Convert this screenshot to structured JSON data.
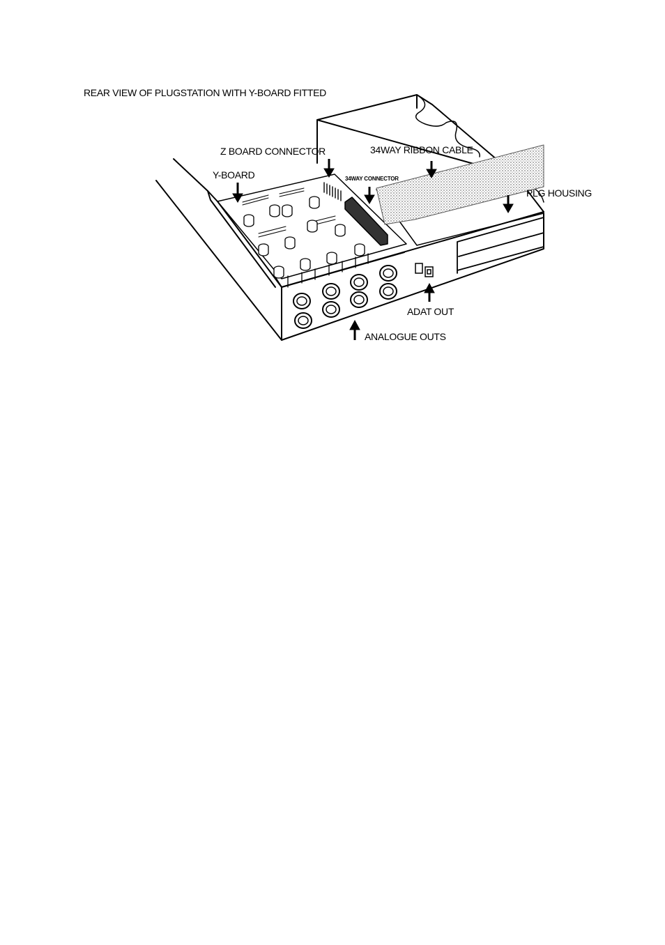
{
  "figure": {
    "title": "REAR VIEW OF PLUGSTATION WITH Y-BOARD FITTED",
    "labels": {
      "z_board_connector": "Z BOARD CONNECTOR",
      "ribbon_cable": "34WAY RIBBON CABLE",
      "y_board": "Y-BOARD",
      "connector_34way": "34WAY CONNECTOR",
      "plg_housing": "PLG HOUSING",
      "adat_out": "ADAT OUT",
      "analogue_outs": "ANALOGUE OUTS"
    }
  }
}
